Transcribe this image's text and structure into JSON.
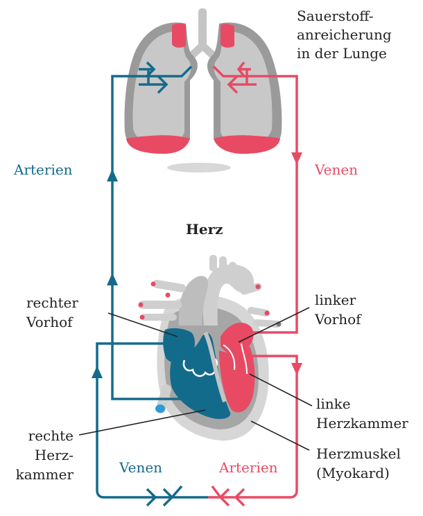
{
  "colors": {
    "blue": "#136b8c",
    "red": "#e84a64",
    "lung_gray": "#c8c8c8",
    "lung_dark": "#9a9a9a",
    "heart_light": "#d6d6d6",
    "text": "#222222"
  },
  "labels": {
    "oxygen": [
      "Sauerstoff-",
      "anreicherung",
      "in der Lunge"
    ],
    "heart_title": "Herz",
    "arteries_left": "Arterien",
    "veins_right": "Venen",
    "right_atrium": [
      "rechter",
      "Vorhof"
    ],
    "left_atrium": [
      "linker",
      "Vorhof"
    ],
    "left_ventricle": [
      "linke",
      "Herzkammer"
    ],
    "right_ventricle": [
      "rechte",
      "Herz-",
      "kammer"
    ],
    "myocardium": [
      "Herzmuskel",
      "(Myokard)"
    ],
    "veins_bottom": "Venen",
    "arteries_bottom": "Arterien"
  }
}
